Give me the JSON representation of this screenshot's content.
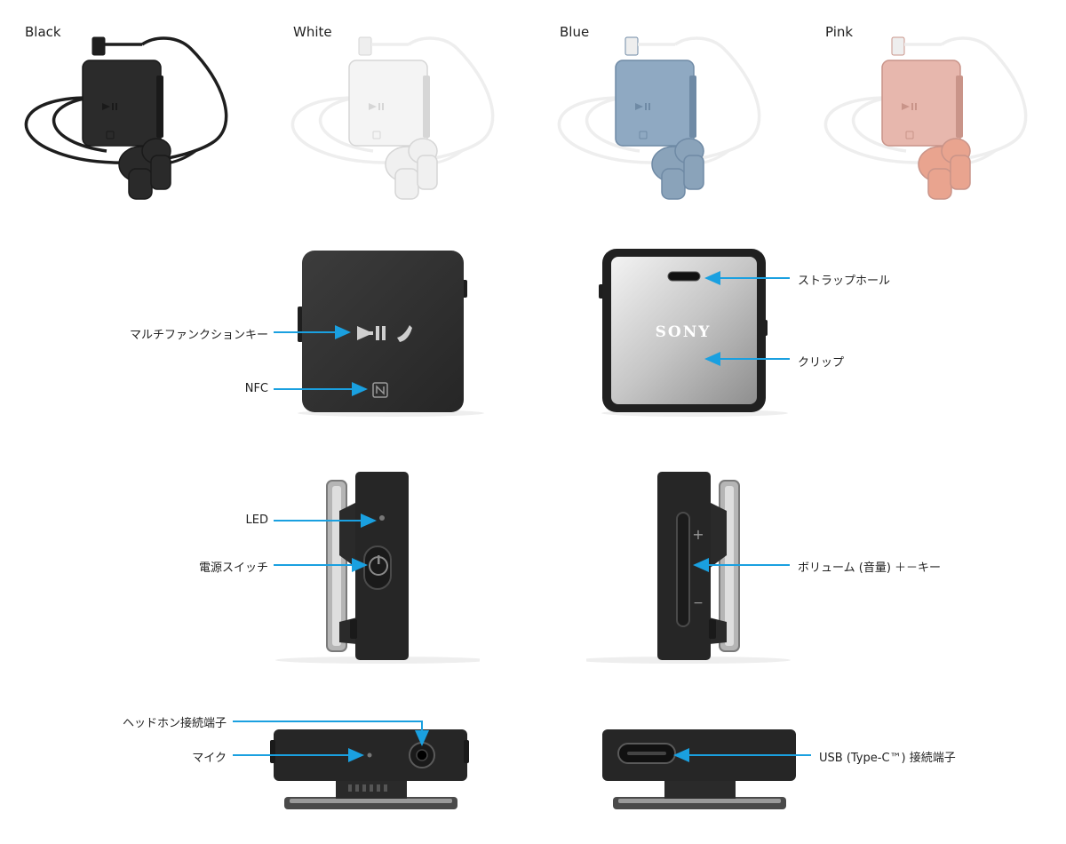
{
  "colors_section": {
    "variants": [
      {
        "label": "Black",
        "body": "#2b2b2b",
        "edge": "#1a1a1a",
        "cable": "#1e1e1e",
        "bud": "#2a2a2a"
      },
      {
        "label": "White",
        "body": "#f4f4f4",
        "edge": "#d6d6d6",
        "cable": "#eeeeee",
        "bud": "#f0f0f0"
      },
      {
        "label": "Blue",
        "body": "#8fa9c2",
        "edge": "#6f8aa5",
        "cable": "#eeeeee",
        "bud": "#8aa3ba"
      },
      {
        "label": "Pink",
        "body": "#e7b7ad",
        "edge": "#c99489",
        "cable": "#eeeeee",
        "bud": "#e9a48f"
      }
    ]
  },
  "brand": {
    "logo_text": "SONY"
  },
  "callouts": {
    "multifunction_key": "マルチファンクションキー",
    "nfc": "NFC",
    "strap_hole": "ストラップホール",
    "clip": "クリップ",
    "led": "LED",
    "power_switch": "電源スイッチ",
    "volume_key": "ボリューム (音量) ＋－キー",
    "headphone_jack": "ヘッドホン接続端子",
    "mic": "マイク",
    "usb_port": "USB (Type-C™) 接続端子"
  },
  "device_marks": {
    "volume_plus": "+",
    "volume_minus": "−"
  },
  "arrow_color": "#1aa0e0"
}
